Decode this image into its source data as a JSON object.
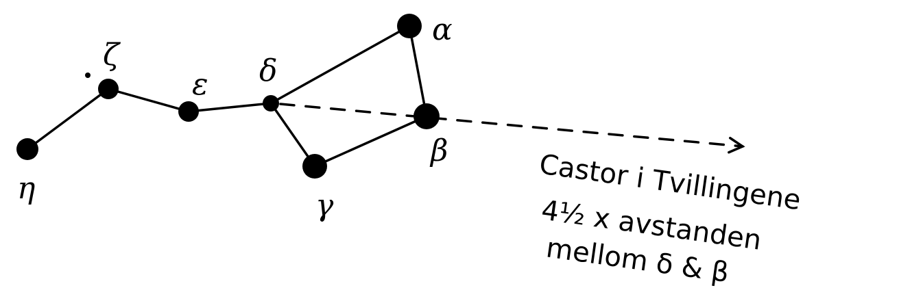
{
  "stars": [
    {
      "id": "alpha",
      "label": "α"
    },
    {
      "id": "beta",
      "label": "β"
    },
    {
      "id": "gamma",
      "label": "γ"
    },
    {
      "id": "delta",
      "label": "δ"
    },
    {
      "id": "epsilon",
      "label": "ε"
    },
    {
      "id": "zeta",
      "label": "ζ"
    },
    {
      "id": "eta",
      "label": "η"
    }
  ],
  "connections": [
    [
      "eta",
      "zeta"
    ],
    [
      "zeta",
      "epsilon"
    ],
    [
      "epsilon",
      "delta"
    ],
    [
      "delta",
      "alpha"
    ],
    [
      "alpha",
      "beta"
    ],
    [
      "beta",
      "gamma"
    ],
    [
      "gamma",
      "delta"
    ]
  ],
  "pointer": {
    "from": "delta",
    "through": "beta"
  },
  "annotation": {
    "line1": "Castor i Tvillingene",
    "line2": "4½ x avstanden",
    "line3": "mellom δ & β"
  }
}
